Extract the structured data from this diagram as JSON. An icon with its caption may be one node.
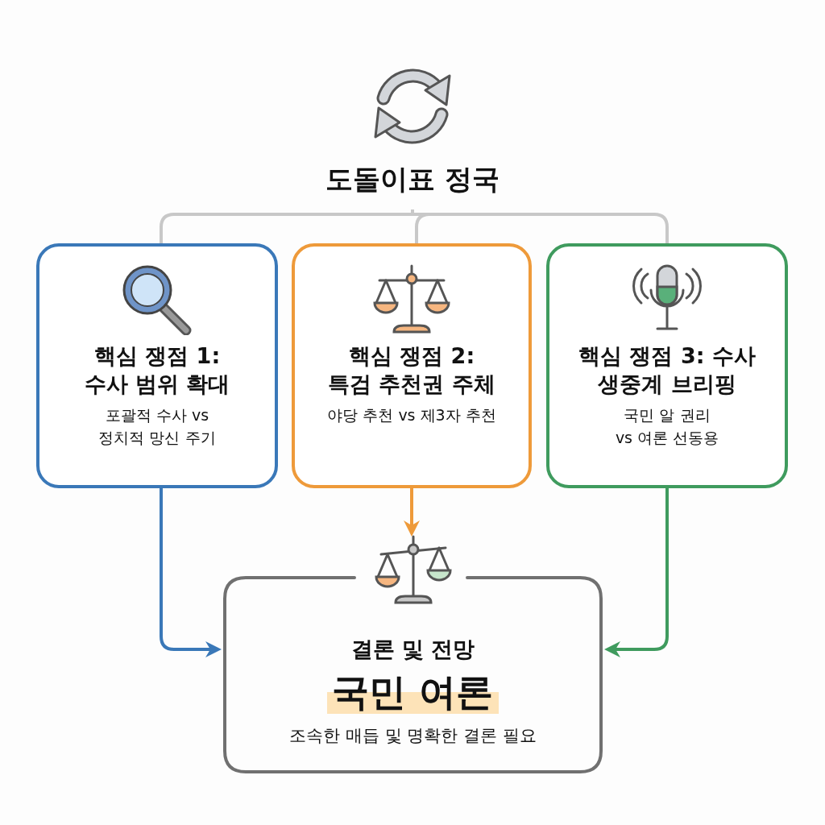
{
  "diagram": {
    "nodes": [
      {
        "text": [
          "도돌이표 정국"
        ]
      },
      {
        "text": [
          "핵심 쟁점 1: 수사 범위 확대",
          "포괄적 수사 vs 정치적 망신 주기"
        ]
      },
      {
        "text": [
          "핵심 쟁점 2: 특검 추천권 주체",
          "야당 추천 vs 제3자 추천"
        ]
      },
      {
        "text": [
          "핵심 쟁점 3: 수사 생중계 브리핑",
          "국민 알 권리 vs 여론 선동용"
        ]
      },
      {
        "text": [
          "결론 및 전망",
          "국민 여론",
          "조속한 매듭 및 명확한 결론 필요"
        ]
      }
    ],
    "edges": [
      {
        "from": 0,
        "to": 1,
        "arrow": "none",
        "color": "#c8c8c8"
      },
      {
        "from": 0,
        "to": 2,
        "arrow": "none",
        "color": "#c8c8c8"
      },
      {
        "from": 0,
        "to": 3,
        "arrow": "none",
        "color": "#c8c8c8"
      },
      {
        "from": 1,
        "to": 4,
        "arrow": "to",
        "color": "#3a78b8"
      },
      {
        "from": 2,
        "to": 4,
        "arrow": "to",
        "color": "#ee9a3a"
      },
      {
        "from": 3,
        "to": 4,
        "arrow": "to",
        "color": "#3f9b5e"
      }
    ]
  }
}
